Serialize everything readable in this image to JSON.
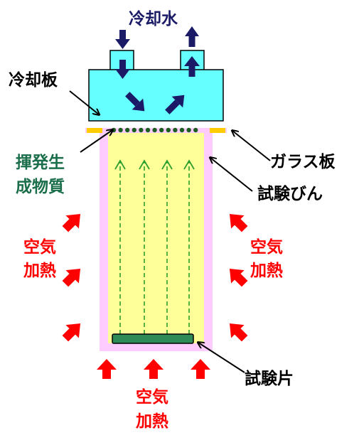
{
  "labels": {
    "cooling_water": "冷却水",
    "cooling_plate": "冷却板",
    "volatile_line1": "揮発生",
    "volatile_line2": "成物質",
    "glass_plate": "ガラス板",
    "test_bottle": "試験びん",
    "air_heating_top": "空気",
    "air_heating_bottom": "加熱",
    "test_piece": "試験片"
  },
  "colors": {
    "navy": "#1a1a66",
    "cooling_plate_fill": "#66ffff",
    "bottle_outer": "#ffccff",
    "bottle_inner": "#ffff99",
    "glass_plate": "#ffcc00",
    "specimen": "#2e8b57",
    "dots": "#1b5e20",
    "flow_arrows": "#2e9e2e",
    "heat_arrows": "#ff0000",
    "volatile_text": "#1b6e4a"
  }
}
